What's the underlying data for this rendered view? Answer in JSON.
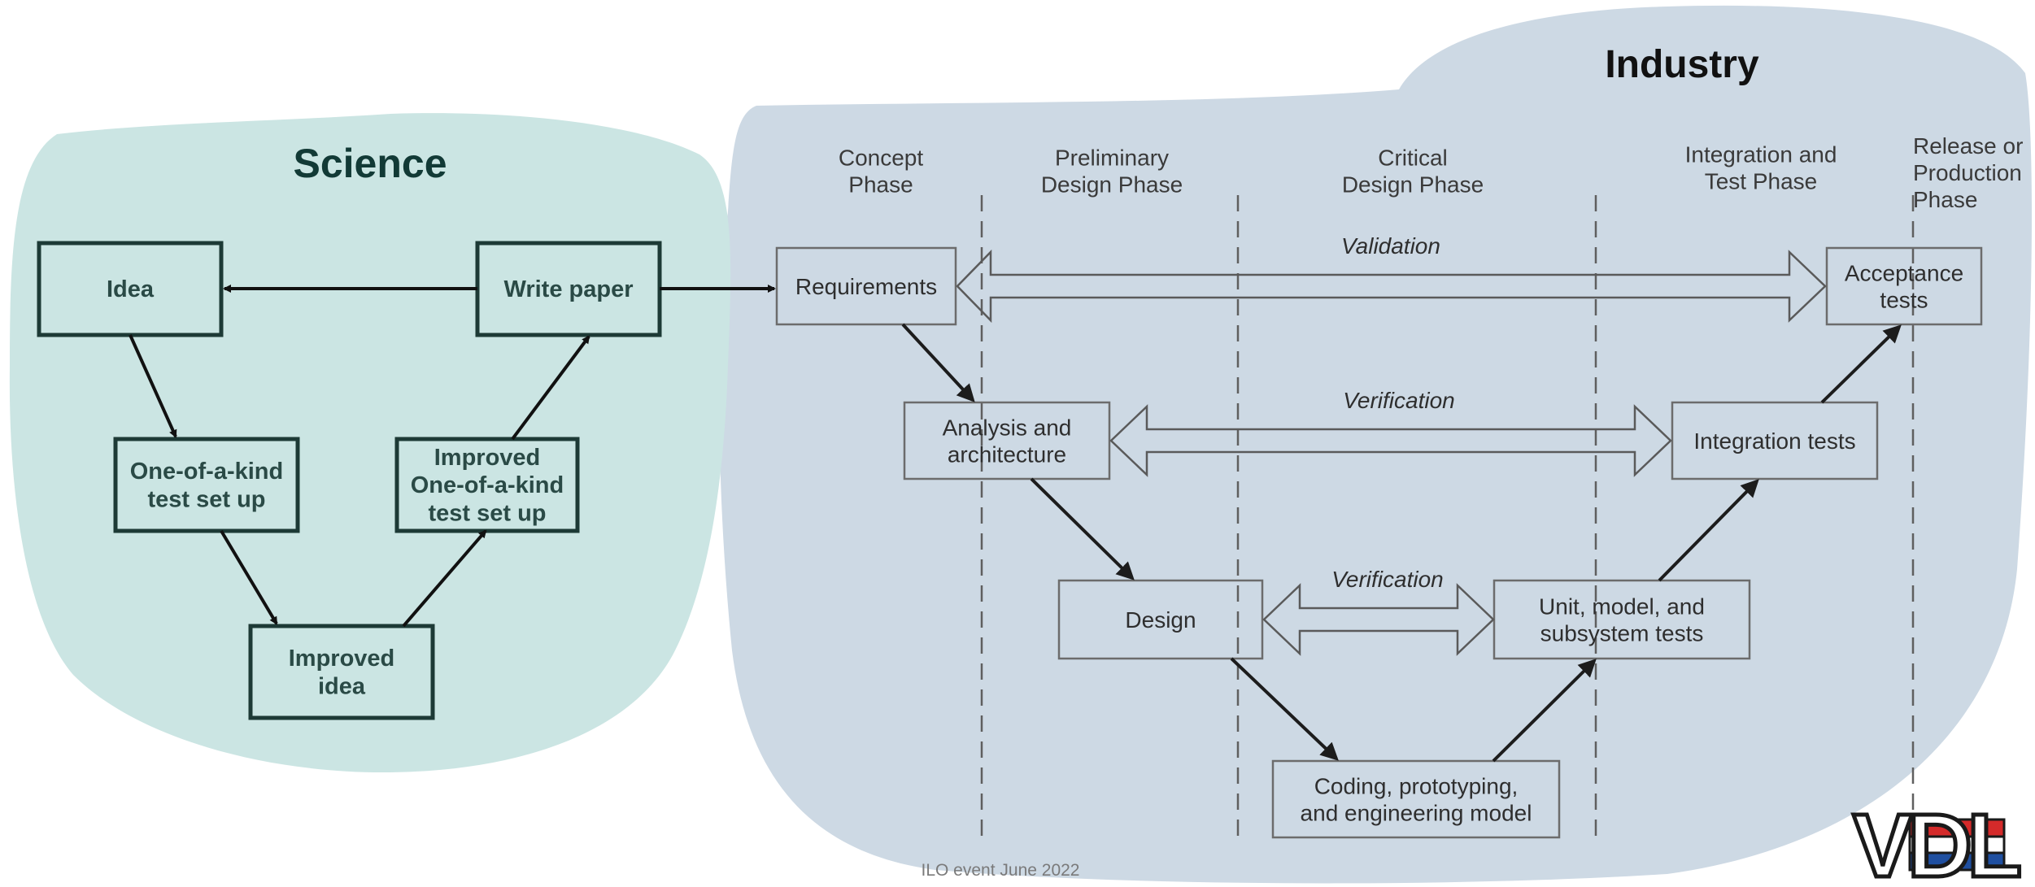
{
  "science": {
    "title": "Science",
    "boxes": {
      "idea": [
        "Idea"
      ],
      "write_paper": [
        "Write paper"
      ],
      "one_of_a_kind": [
        "One-of-a-kind",
        "test set up"
      ],
      "improved_one_of_a_kind": [
        "Improved",
        "One-of-a-kind",
        "test set up"
      ],
      "improved_idea": [
        "Improved",
        "idea"
      ]
    }
  },
  "industry": {
    "title": "Industry",
    "phases": {
      "concept": [
        "Concept",
        "Phase"
      ],
      "preliminary": [
        "Preliminary",
        "Design Phase"
      ],
      "critical": [
        "Critical",
        "Design Phase"
      ],
      "integration": [
        "Integration and",
        "Test Phase"
      ],
      "release": [
        "Release or",
        "Production",
        "Phase"
      ]
    },
    "boxes": {
      "requirements": [
        "Requirements"
      ],
      "acceptance_tests": [
        "Acceptance",
        "tests"
      ],
      "analysis": [
        "Analysis and",
        "architecture"
      ],
      "integration_tests": [
        "Integration tests"
      ],
      "design": [
        "Design"
      ],
      "unit_tests": [
        "Unit, model, and",
        "subsystem tests"
      ],
      "coding": [
        "Coding, prototyping,",
        "and engineering model"
      ]
    },
    "links": {
      "validation": "Validation",
      "verification_top": "Verification",
      "verification_bottom": "Verification"
    }
  },
  "footer": "ILO event June 2022",
  "logo": {
    "text": "VDL",
    "flag_colors": [
      "#d42a2a",
      "#ffffff",
      "#1f4fa0"
    ]
  }
}
